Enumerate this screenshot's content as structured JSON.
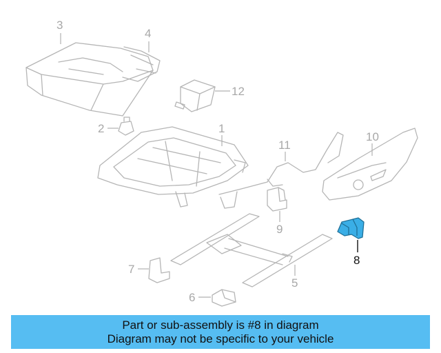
{
  "callouts": {
    "c1": "1",
    "c2": "2",
    "c3": "3",
    "c4": "4",
    "c5": "5",
    "c6": "6",
    "c7": "7",
    "c8": "8",
    "c9": "9",
    "c10": "10",
    "c11": "11",
    "c12": "12"
  },
  "highlighted_part": "8",
  "banner": {
    "line1": "Part or sub-assembly is #8 in diagram",
    "line2": "Diagram may not be specific to your vehicle"
  },
  "colors": {
    "banner": "#56bdf2",
    "highlight": "#3aaee6",
    "line_art": "#b5b5b5"
  }
}
